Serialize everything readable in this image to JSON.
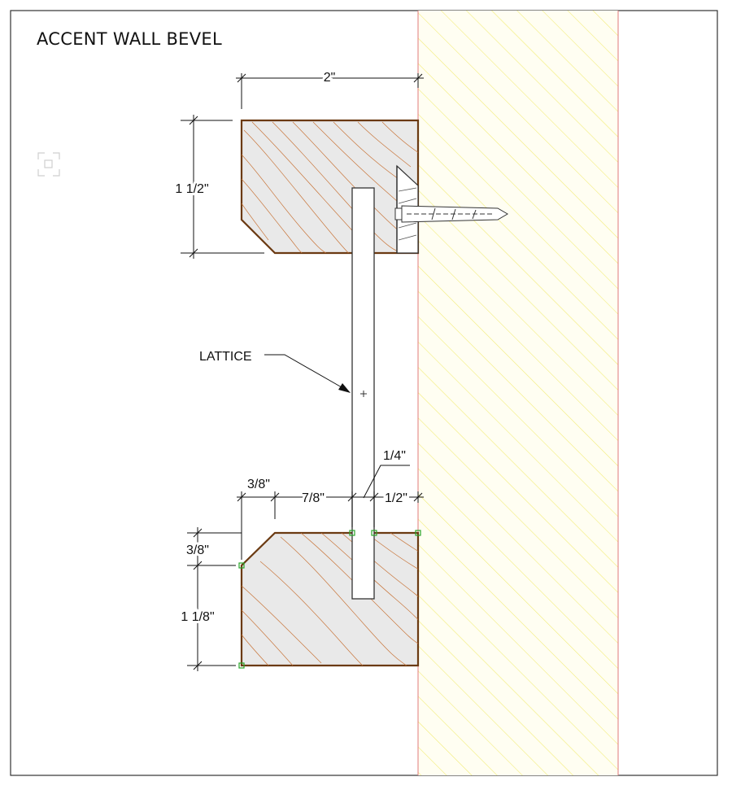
{
  "drawing": {
    "title": "ACCENT WALL BEVEL",
    "callout": "LATTICE",
    "dimensions": {
      "top_width": "2\"",
      "top_height": "1 1/2\"",
      "bevel_horizontal": "3/8\"",
      "slot_offset": "7/8\"",
      "lattice_thickness": "1/4\"",
      "back_offset": "1/2\"",
      "bevel_vertical": "3/8\"",
      "bottom_height": "1 1/8\""
    }
  },
  "colors": {
    "wood_outline": "#6b3a12",
    "wood_grain": "#c8753a",
    "wood_fill": "#e9e9e9",
    "wall_hatch": "#f2ec7a",
    "wall_edge": "#e07a7a",
    "snap_marker": "#2aa52a"
  },
  "icons": [
    "crosshair-icon",
    "nail-icon"
  ]
}
